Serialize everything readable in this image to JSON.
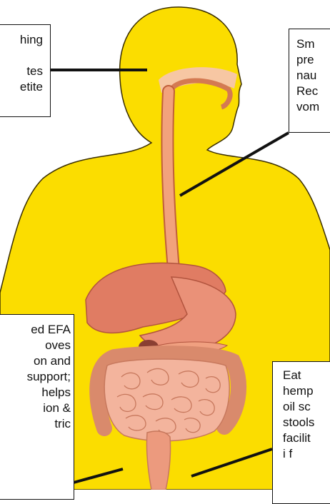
{
  "callouts": {
    "top_left": [
      "hing",
      "",
      "tes",
      "etite"
    ],
    "top_right": [
      "Sm",
      "pre",
      "nau",
      "Rec",
      "vom"
    ],
    "bottom_left": [
      "ed EFA",
      "oves",
      "on and",
      "support;",
      "helps",
      "ion &",
      "tric"
    ],
    "bottom_right": [
      "Eat",
      "hemp",
      "oil sc",
      "stools",
      "facilit",
      "i f"
    ]
  },
  "colors": {
    "body": "#fbdd00",
    "outline": "#3a2e00",
    "esophagus": "#f2a27c",
    "liver": "#e07c63",
    "intestine": "#f3b49d",
    "leader": "#111111"
  }
}
